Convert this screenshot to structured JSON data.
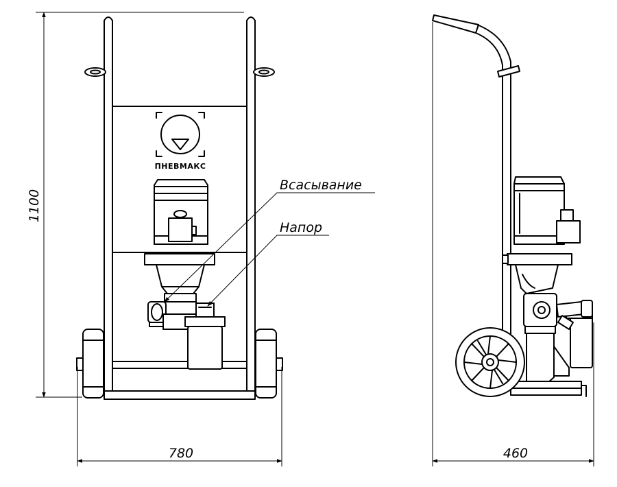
{
  "labels": {
    "suction": "Всасывание",
    "discharge": "Напор"
  },
  "brand": {
    "logo_text": "ПНЕВМАКС"
  },
  "dimensions": {
    "height": "1100",
    "width_front": "780",
    "depth_side": "460"
  }
}
